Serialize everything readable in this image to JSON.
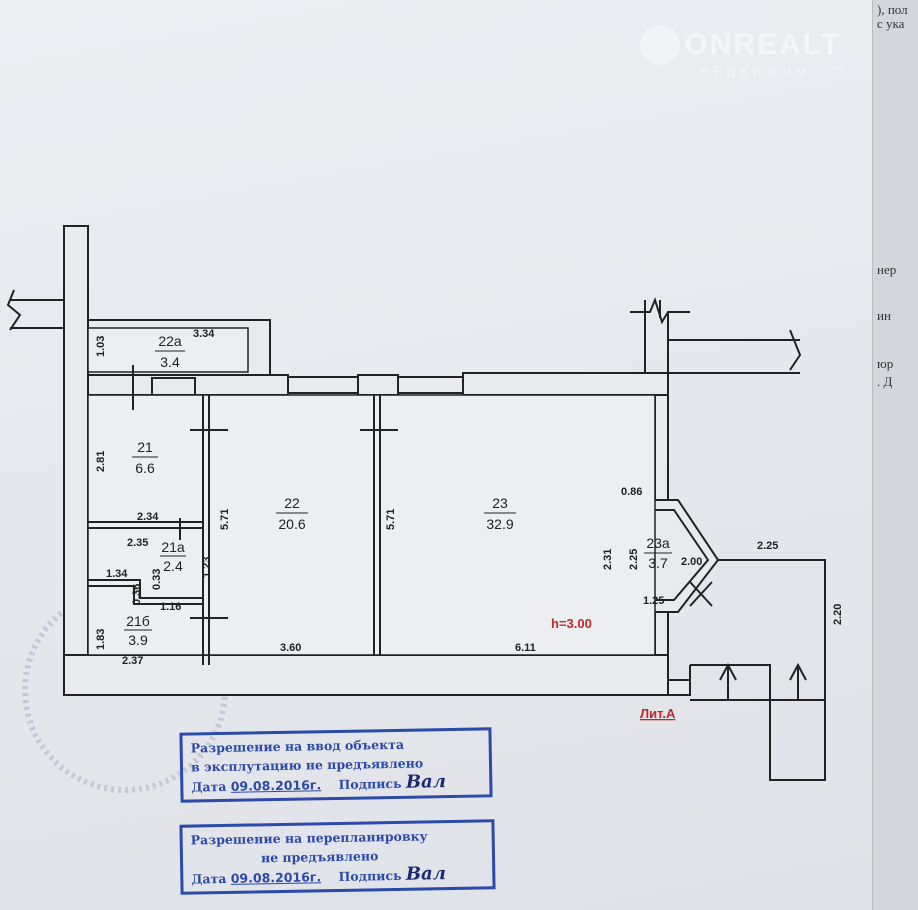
{
  "watermark": {
    "brand": "ONREALT",
    "subtitle": "НЕДВИЖИМОСТ"
  },
  "side_page_fragments": [
    "), пол",
    "с ука",
    "нер",
    "ин",
    "юр",
    ". Д"
  ],
  "rooms": [
    {
      "id": "22а",
      "area": "3.4"
    },
    {
      "id": "21",
      "area": "6.6"
    },
    {
      "id": "22",
      "area": "20.6"
    },
    {
      "id": "23",
      "area": "32.9"
    },
    {
      "id": "23а",
      "area": "3.7"
    },
    {
      "id": "21а",
      "area": "2.4"
    },
    {
      "id": "21б",
      "area": "3.9"
    }
  ],
  "dimensions": {
    "d22a_w": "3.34",
    "d22a_h": "1.03",
    "d21_h": "2.81",
    "d21_w": "2.34",
    "d22_h": "5.71",
    "d22_w": "3.60",
    "d23_h": "5.71",
    "d23_w": "6.11",
    "d21a_w": "2.35",
    "d21a_w2": "1.34",
    "d21a_h": "1.23",
    "d21a_s": "0.33",
    "d21b_s": "0.36",
    "d21b_w2": "1.16",
    "d21b_h": "1.83",
    "d21b_w": "2.37",
    "d23a_top": "0.86",
    "d23a_h": "2.31",
    "d23a_h2": "2.25",
    "d23a_d": "2.00",
    "d23a_b": "1.25",
    "porch_w": "2.25",
    "porch_h": "2.20"
  },
  "ceiling_height": "h=3.00",
  "building_letter": "Лит.А",
  "stamps": [
    {
      "line1": "Разрешение на ввод объекта",
      "line2": "в эксплутацию не предъявлено",
      "date_label": "Дата",
      "date": "09.08.2016г.",
      "sign_label": "Подпись",
      "signature": "Вал"
    },
    {
      "line1": "Разрешение на перепланировку",
      "line2": "не предъявлено",
      "date_label": "Дата",
      "date": "09.08.2016г.",
      "sign_label": "Подпись",
      "signature": "Вал"
    }
  ],
  "colors": {
    "stamp": "#2c4aa8",
    "letter": "#c0282a"
  }
}
